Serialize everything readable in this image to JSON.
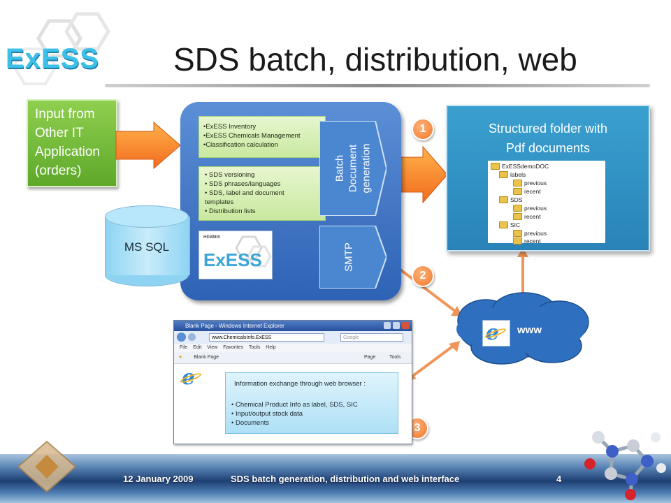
{
  "logo": {
    "text": "ExESS",
    "color": "#3dc0e8"
  },
  "slide": {
    "title": "SDS batch, distribution, web"
  },
  "input_box": {
    "lines": [
      "Input from",
      "Other IT",
      "Application",
      "(orders)"
    ],
    "color": "#6cb832"
  },
  "exess_core": {
    "box1_items": [
      "•ExESS Inventory",
      "•ExESS Chemicals  Management",
      "•Classification calculation"
    ],
    "box2_items": [
      "• SDS versioning",
      "• SDS phrases/languages",
      "• SDS, label and document",
      "templates",
      "•  Distribution lists"
    ],
    "mini_logo": {
      "brand": "HEMMIS",
      "text": "ExESS"
    }
  },
  "database": {
    "label": "MS SQL"
  },
  "batch": {
    "lines": [
      "Batch",
      "Document",
      "generation"
    ]
  },
  "smtp": {
    "label": "SMTP"
  },
  "structured": {
    "title_lines": [
      "Structured folder with",
      "Pdf documents"
    ],
    "tree": [
      {
        "label": "ExESSdemoDOC",
        "level": 0
      },
      {
        "label": "labels",
        "level": 1
      },
      {
        "label": "previous",
        "level": 2
      },
      {
        "label": "recent",
        "level": 2
      },
      {
        "label": "SDS",
        "level": 1
      },
      {
        "label": "previous",
        "level": 2
      },
      {
        "label": "recent",
        "level": 2
      },
      {
        "label": "SIC",
        "level": 1
      },
      {
        "label": "previous",
        "level": 2
      },
      {
        "label": "recent",
        "level": 2
      }
    ]
  },
  "badges": {
    "b1": "1",
    "b2": "2",
    "b3": "3"
  },
  "web": {
    "label": "www"
  },
  "browser": {
    "window_title": "Blank Page - Windows Internet Explorer",
    "address": "www.ChemicalsInfo.ExESS",
    "search": "Google",
    "menu": [
      "File",
      "Edit",
      "View",
      "Favorites",
      "Tools",
      "Help"
    ],
    "tab": "Blank Page",
    "toolbar": [
      "Page",
      "Tools"
    ],
    "info_title": "Information exchange through web browser :",
    "info_items": [
      "• Chemical Product Info as label, SDS, SIC",
      "• Input/output stock data",
      "• Documents"
    ]
  },
  "footer": {
    "date": "12 January 2009",
    "subtitle": "SDS batch generation, distribution and web interface",
    "page": "4"
  },
  "colors": {
    "accent_orange": "#f07a2a",
    "core_blue": "#3b6fc2",
    "struct_blue": "#2e8fc4",
    "arrow_orange": "#f0955a"
  }
}
